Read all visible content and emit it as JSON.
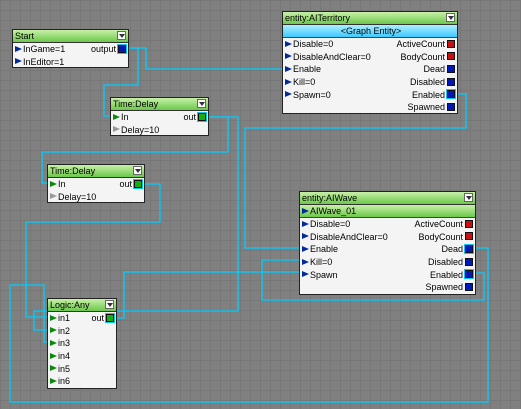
{
  "nodes": {
    "start": {
      "title": "Start",
      "inputs": [
        "InGame=1",
        "InEditor=1"
      ],
      "output": "output"
    },
    "delay1": {
      "title": "Time:Delay",
      "inputs": [
        "In",
        "Delay=10"
      ],
      "output": "out"
    },
    "delay2": {
      "title": "Time:Delay",
      "inputs": [
        "In",
        "Delay=10"
      ],
      "output": "out"
    },
    "territory": {
      "title": "entity:AITerritory",
      "entity": "<Graph Entity>",
      "inputs": [
        "Disable=0",
        "DisableAndClear=0",
        "Enable",
        "Kill=0",
        "Spawn=0"
      ],
      "outputs": [
        "ActiveCount",
        "BodyCount",
        "Dead",
        "Disabled",
        "Enabled",
        "Spawned"
      ]
    },
    "wave": {
      "title": "entity:AIWave",
      "entity": "AIWave_01",
      "inputs": [
        "Disable=0",
        "DisableAndClear=0",
        "Enable",
        "Kill=0",
        "Spawn"
      ],
      "outputs": [
        "ActiveCount",
        "BodyCount",
        "Dead",
        "Disabled",
        "Enabled",
        "Spawned"
      ]
    },
    "logic": {
      "title": "Logic:Any",
      "inputs": [
        "in1",
        "in2",
        "in3",
        "in4",
        "in5",
        "in6"
      ],
      "output": "out"
    }
  },
  "colors": {
    "link": "#00ccff",
    "title_green": "#6cc84a",
    "entity_blue": "#3ec9ff",
    "port_blue": "#0018b8",
    "port_red": "#c81010",
    "port_green": "#10b010"
  }
}
